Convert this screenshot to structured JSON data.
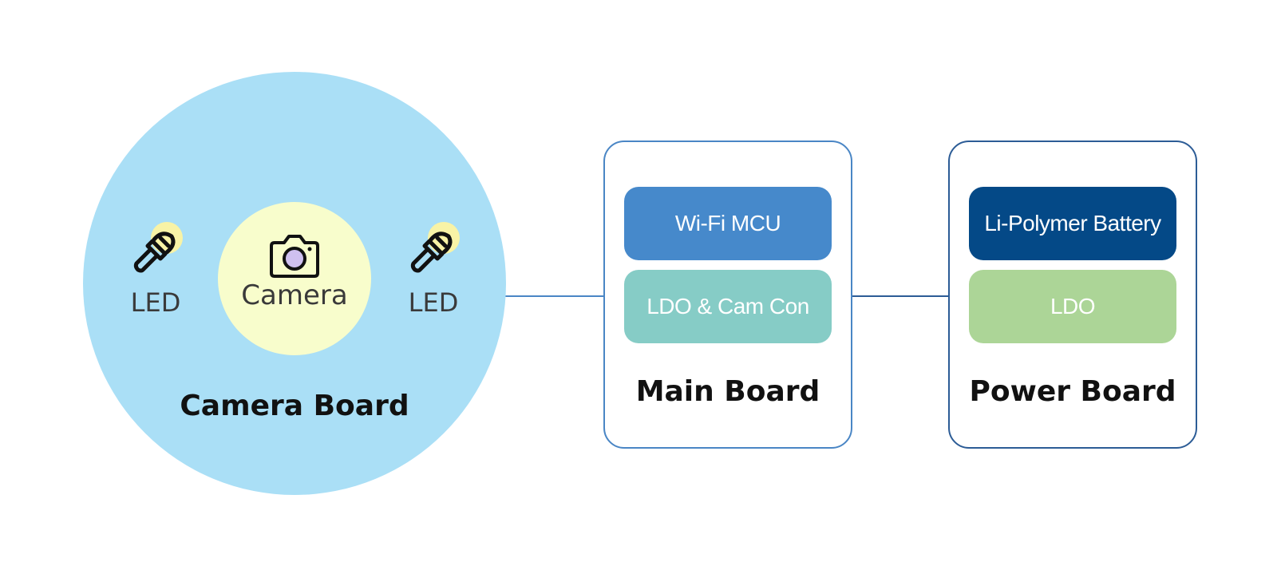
{
  "colors": {
    "camera_board_fill": "#aadff6",
    "camera_core_fill": "#f8fdcc",
    "led_glow": "#f8f3a6",
    "main_board_border": "#4a86c5",
    "power_board_border": "#2c5c96",
    "connector_cam_main": "#4a86c5",
    "connector_main_power": "#2c5c96",
    "wifi_mcu_fill": "#4689cb",
    "ldo_cam_con_fill": "#86ccc6",
    "battery_fill": "#044987",
    "ldo_fill": "#acd597",
    "icon_stroke": "#111111",
    "camera_lens_fill": "#cfc0f0"
  },
  "camera_board": {
    "title": "Camera Board",
    "camera_label": "Camera",
    "camera_icon": "camera-icon",
    "led_left_label": "LED",
    "led_right_label": "LED",
    "led_icon": "flashlight-icon"
  },
  "main_board": {
    "title": "Main Board",
    "blocks": [
      "Wi-Fi MCU",
      "LDO & Cam Con"
    ]
  },
  "power_board": {
    "title": "Power Board",
    "blocks": [
      "Li-Polymer Battery",
      "LDO"
    ]
  }
}
